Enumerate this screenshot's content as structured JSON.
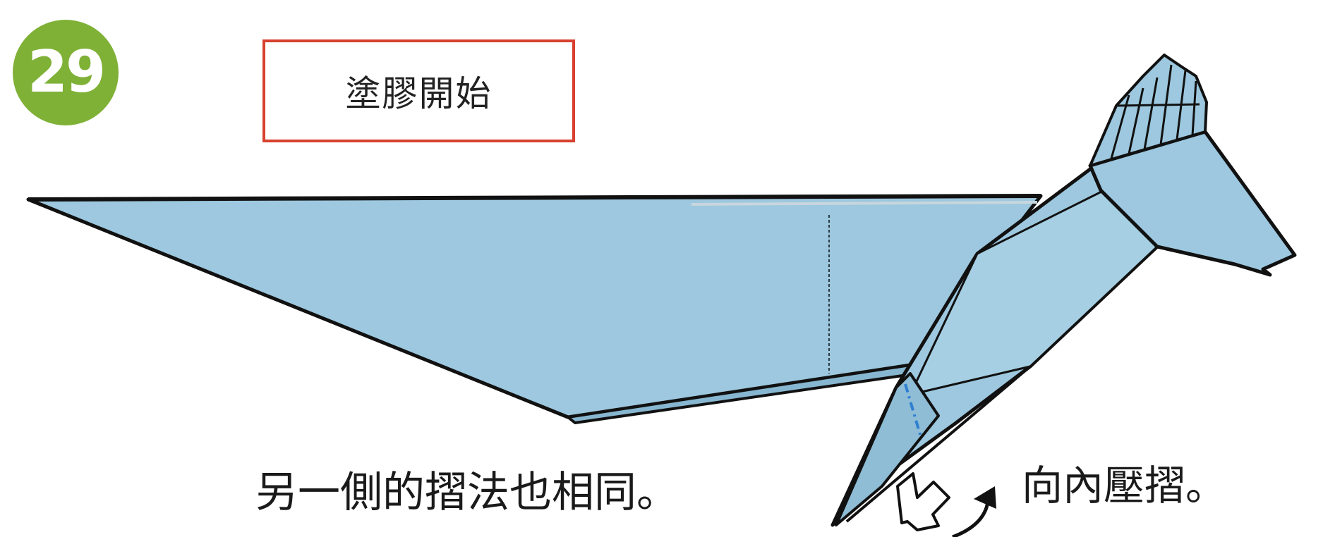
{
  "step": {
    "number": "29"
  },
  "glue_note": {
    "label": "塗膠開始"
  },
  "instructions": {
    "other_side": "另一側的摺法也相同。",
    "inside_reverse_fold": "向內壓摺。"
  },
  "colors": {
    "paper_blue": "#9dc8df",
    "paper_blue_dark": "#87b6d0",
    "outline": "#111111",
    "badge_green": "#7fb136",
    "box_red": "#d8402f",
    "valley_fold_line": "#2f7fd1"
  },
  "icons": {
    "step_badge": "green-circle-number",
    "push_arrow": "hollow-push-arrow",
    "fold_direction": "curved-arrow"
  }
}
